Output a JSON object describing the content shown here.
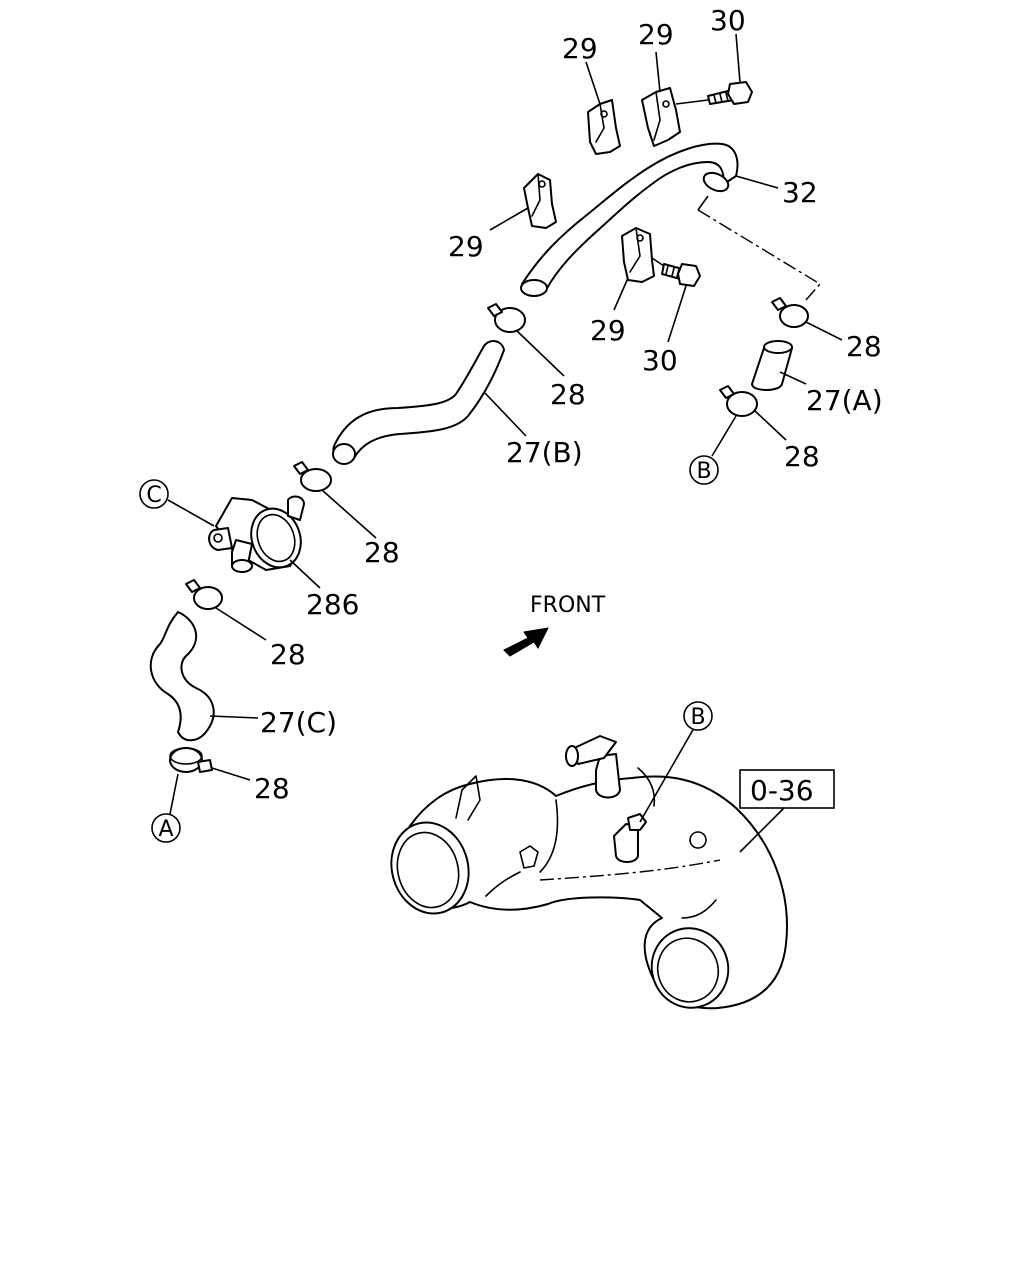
{
  "labels": {
    "bracket_top_left": "29",
    "bracket_top_right": "29",
    "bolt_top": "30",
    "pipe_main": "32",
    "bracket_left": "29",
    "bracket_middle": "29",
    "bolt_middle": "30",
    "clamp_right_upper": "28",
    "hose_a": "27(A)",
    "clamp_right_lower": "28",
    "clamp_upper_left": "28",
    "hose_b": "27(B)",
    "clamp_mid_left": "28",
    "valve": "286",
    "clamp_lower_left": "28",
    "hose_c": "27(C)",
    "clamp_bottom_left": "28",
    "ref_box": "0-36",
    "front": "FRONT"
  },
  "markers": {
    "b_right": "B",
    "c_left": "C",
    "a_bottom": "A",
    "b_pipe": "B"
  }
}
